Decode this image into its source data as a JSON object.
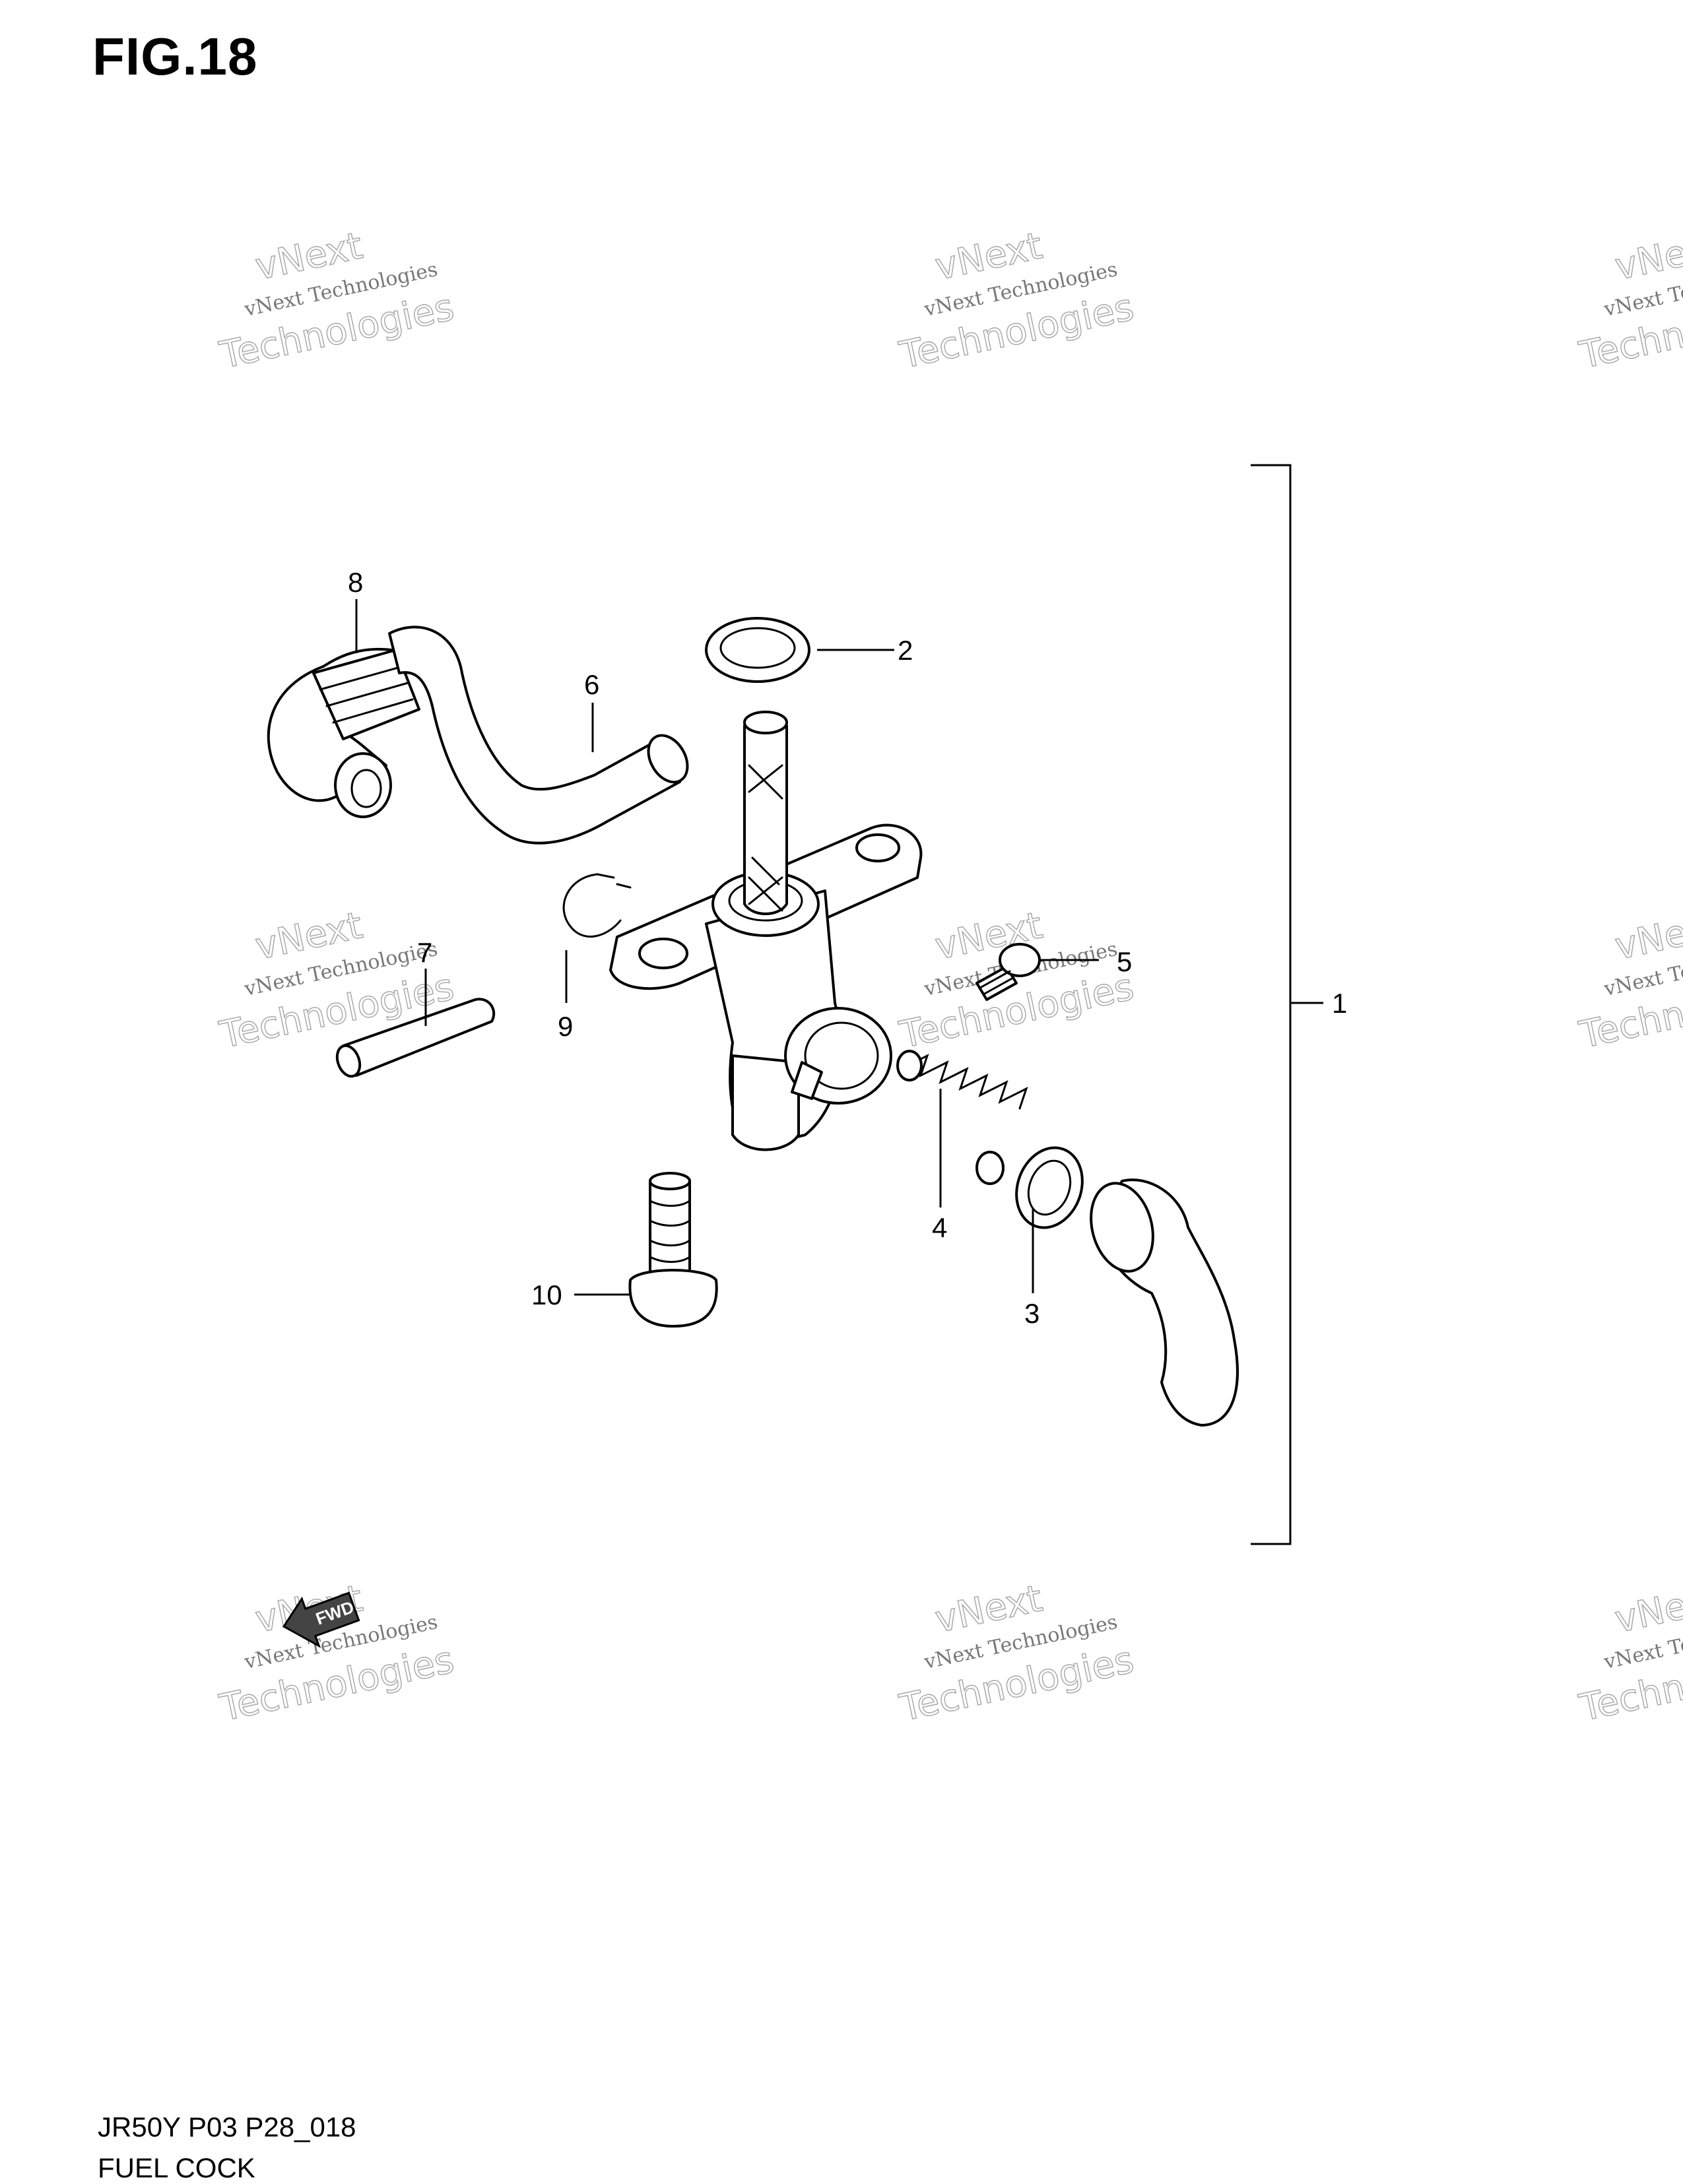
{
  "figure": {
    "title": "FIG.18",
    "code": "JR50Y P03 P28_018",
    "name": "FUEL COCK"
  },
  "callouts": [
    "1",
    "2",
    "3",
    "4",
    "5",
    "6",
    "7",
    "8",
    "9",
    "10"
  ],
  "fwd_label": "FWD",
  "watermark": {
    "brand": "vNext",
    "brand_sub": "Technologies",
    "line": "vNext Technologies"
  }
}
